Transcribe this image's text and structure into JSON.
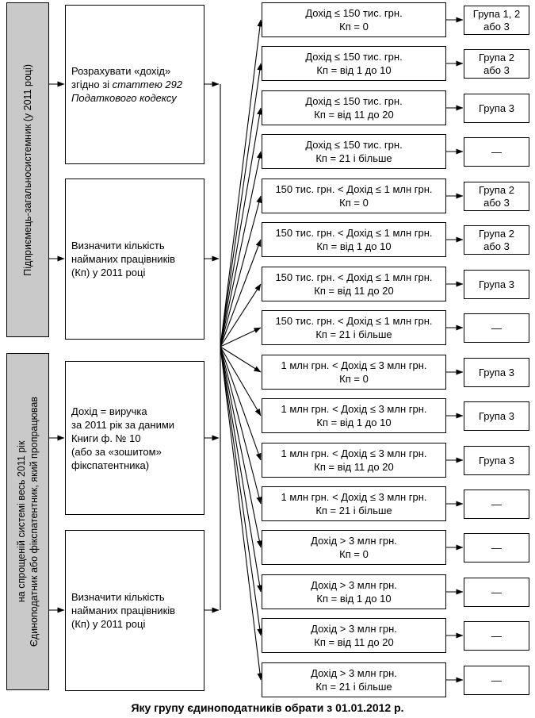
{
  "caption": "Яку групу єдиноподатників обрати з 01.01.2012 р.",
  "colors": {
    "bar_fill": "#c9c9c9",
    "line": "#000000"
  },
  "left_bars": [
    {
      "label": "Підприємець-загальносистемник (у 2011 році)"
    },
    {
      "label_line1": "Єдиноподатник або фікспатентник, який пропрацював",
      "label_line2": "на спрощеній системі весь 2011 рік"
    }
  ],
  "process_boxes": [
    {
      "line1": "Розрахувати «дохід»",
      "line2_regular": "згідно зі ",
      "line2_italic": "статтею 292",
      "line3_italic": "Податкового кодексу"
    },
    {
      "line1": "Визначити кількість",
      "line2": "найманих працівників",
      "line3": "(Кп) у 2011 році"
    },
    {
      "line1": "Дохід = виручка",
      "line2": "за 2011 рік за даними",
      "line3": "Книги ф. № 10",
      "line4": "(або за «зошитом»",
      "line5": "фікспатентника)"
    },
    {
      "line1": "Визначити кількість",
      "line2": "найманих працівників",
      "line3": "(Кп) у 2011 році"
    }
  ],
  "rows": [
    {
      "condition_line1": "Дохід ≤ 150 тис. грн.",
      "condition_line2": "Кп = 0",
      "result_line1": "Група 1, 2",
      "result_line2": "або 3"
    },
    {
      "condition_line1": "Дохід ≤ 150 тис. грн.",
      "condition_line2": "Кп = від 1 до 10",
      "result_line1": "Група 2",
      "result_line2": "або 3"
    },
    {
      "condition_line1": "Дохід ≤ 150 тис. грн.",
      "condition_line2": "Кп = від 11 до 20",
      "result_line1": "Група 3",
      "result_line2": ""
    },
    {
      "condition_line1": "Дохід ≤ 150 тис. грн.",
      "condition_line2": "Кп = 21 і більше",
      "result_line1": "—",
      "result_line2": ""
    },
    {
      "condition_line1": "150 тис. грн. < Дохід ≤ 1 млн грн.",
      "condition_line2": "Кп = 0",
      "result_line1": "Група 2",
      "result_line2": "або 3"
    },
    {
      "condition_line1": "150 тис. грн. < Дохід ≤ 1 млн грн.",
      "condition_line2": "Кп = від 1 до 10",
      "result_line1": "Група 2",
      "result_line2": "або 3"
    },
    {
      "condition_line1": "150 тис. грн. < Дохід ≤ 1 млн грн.",
      "condition_line2": "Кп = від 11 до 20",
      "result_line1": "Група 3",
      "result_line2": ""
    },
    {
      "condition_line1": "150 тис. грн. < Дохід ≤ 1 млн грн.",
      "condition_line2": "Кп = 21 і більше",
      "result_line1": "—",
      "result_line2": ""
    },
    {
      "condition_line1": "1 млн грн. < Дохід ≤ 3 млн грн.",
      "condition_line2": "Кп = 0",
      "result_line1": "Група 3",
      "result_line2": ""
    },
    {
      "condition_line1": "1 млн грн. < Дохід ≤ 3 млн грн.",
      "condition_line2": "Кп = від 1 до 10",
      "result_line1": "Група 3",
      "result_line2": ""
    },
    {
      "condition_line1": "1 млн грн. < Дохід ≤ 3 млн грн.",
      "condition_line2": "Кп = від 11 до 20",
      "result_line1": "Група 3",
      "result_line2": ""
    },
    {
      "condition_line1": "1 млн грн. < Дохід ≤ 3 млн грн.",
      "condition_line2": "Кп = 21 і більше",
      "result_line1": "—",
      "result_line2": ""
    },
    {
      "condition_line1": "Дохід > 3 млн грн.",
      "condition_line2": "Кп = 0",
      "result_line1": "—",
      "result_line2": ""
    },
    {
      "condition_line1": "Дохід > 3 млн грн.",
      "condition_line2": "Кп = від 1 до 10",
      "result_line1": "—",
      "result_line2": ""
    },
    {
      "condition_line1": "Дохід > 3 млн грн.",
      "condition_line2": "Кп = від 11 до 20",
      "result_line1": "—",
      "result_line2": ""
    },
    {
      "condition_line1": "Дохід > 3 млн грн.",
      "condition_line2": "Кп = 21 і більше",
      "result_line1": "—",
      "result_line2": ""
    }
  ]
}
